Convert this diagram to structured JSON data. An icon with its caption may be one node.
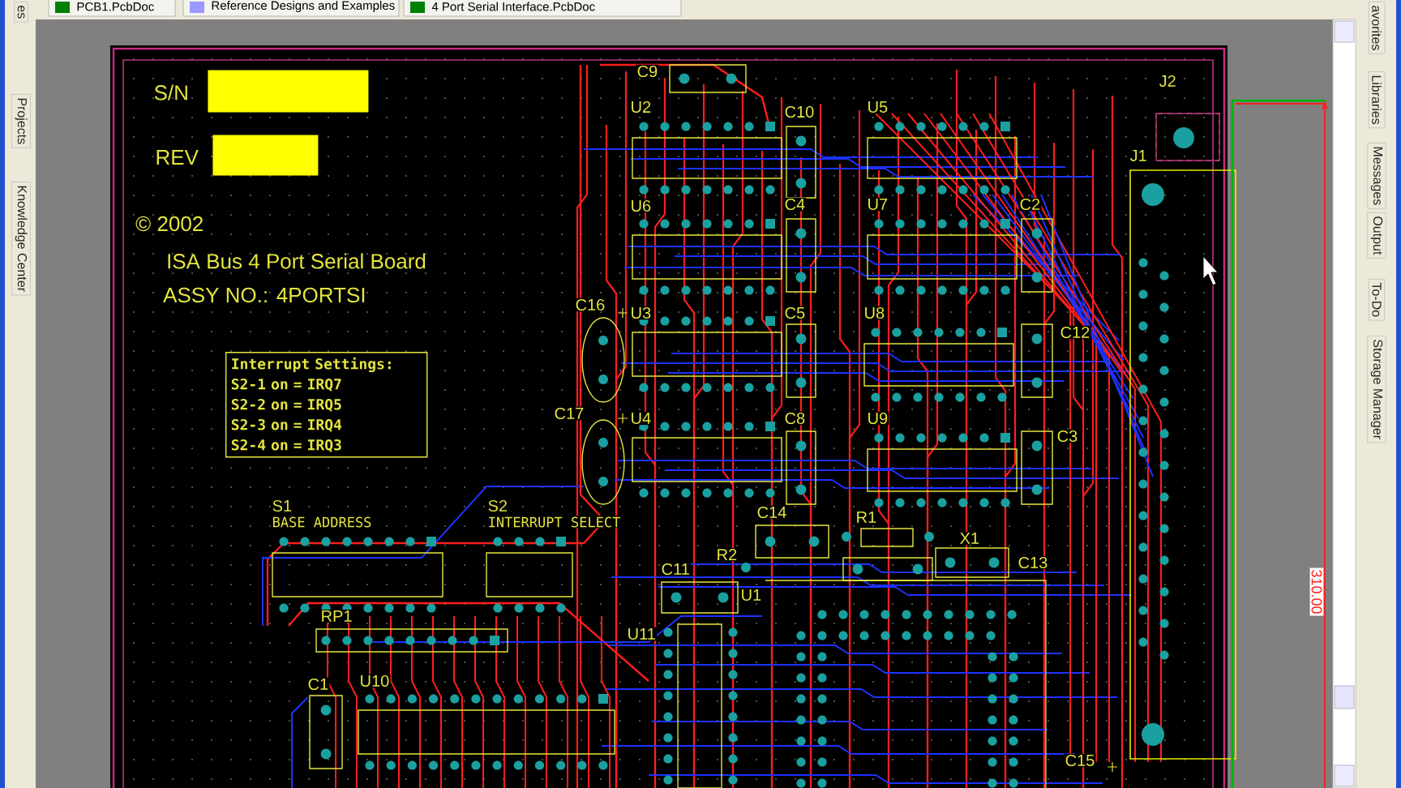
{
  "diagram": {
    "nodes": [
      {
        "text": [],
        "shape": "box",
        "beside": [
          "S/N"
        ]
      },
      {
        "text": [],
        "shape": "box",
        "beside": [
          "REV"
        ]
      },
      {
        "text": [
          "Interrupt Settings:",
          "S2-1 on = IRQ7",
          "S2-2 on = IRQ5",
          "S2-3 on = IRQ4",
          "S2-4 on = IRQ3"
        ]
      }
    ],
    "labels": [
      "es",
      "PCB1.PcbDoc",
      "Reference Designs and Examples",
      "4 Port Serial Interface.PcbDoc",
      "avorites",
      "Projects",
      "Knowledge Center",
      "Libraries",
      "Messages",
      "Output",
      "To-Do",
      "Storage Manager",
      "C9",
      "J2",
      "U2",
      "C10",
      "U5",
      "J1",
      "U6",
      "C4",
      "U7",
      "C2",
      "© 2002",
      "ISA Bus 4 Port Serial Board",
      "ASSY NO.: 4PORTSI",
      "C16",
      "U3",
      "C5",
      "U8",
      "C12",
      "C17",
      "U4",
      "C8",
      "U9",
      "C3",
      "S1",
      "S2",
      "BASE ADDRESS",
      "INTERRUPT SELECT",
      "C14",
      "R1",
      "X1",
      "R2",
      "C13",
      "C11",
      "U1",
      "RP1",
      "U11",
      "C1",
      "U10",
      "C15",
      "310.00"
    ]
  }
}
